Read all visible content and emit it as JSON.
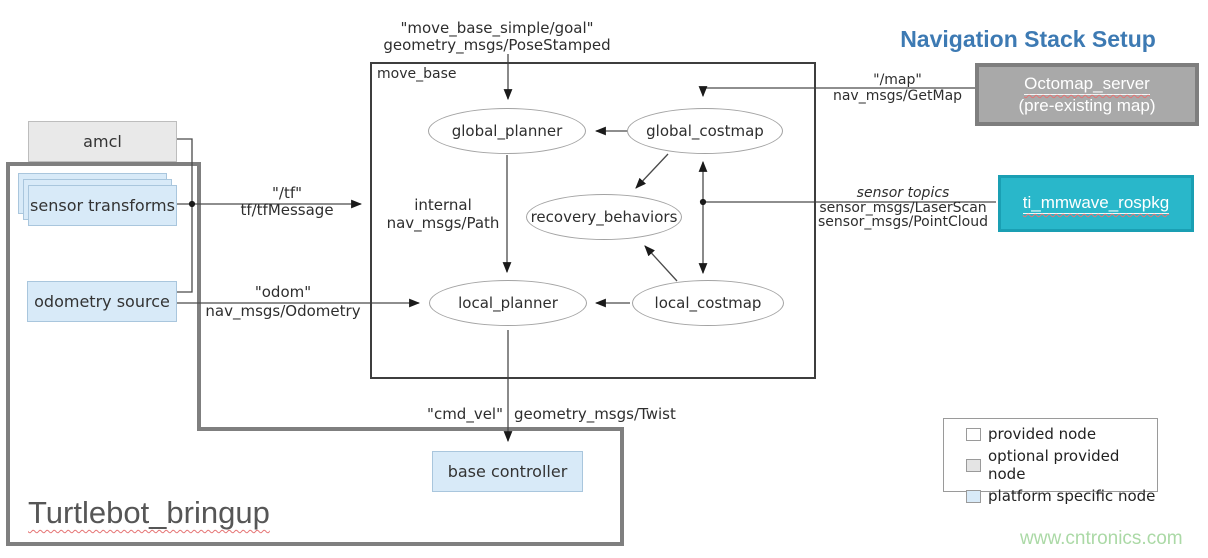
{
  "title": "Navigation Stack Setup",
  "watermark": "www.cntronics.com",
  "containers": {
    "move_base": "move_base",
    "turtlebot_bringup": "Turtlebot_bringup"
  },
  "nodes": {
    "amcl": "amcl",
    "sensor_transforms": "sensor transforms",
    "odometry_source": "odometry source",
    "base_controller": "base controller",
    "global_planner": "global_planner",
    "global_costmap": "global_costmap",
    "recovery_behaviors": "recovery_behaviors",
    "local_planner": "local_planner",
    "local_costmap": "local_costmap",
    "octomap_server": "Octomap_server",
    "octomap_server_sub": "(pre-existing  map)",
    "ti_mmwave_rospkg": "ti_mmwave_rospkg"
  },
  "topic_labels": {
    "goal_topic": "\"move_base_simple/goal\"",
    "goal_type": "geometry_msgs/PoseStamped",
    "tf_topic": "\"/tf\"",
    "tf_type": "tf/tfMessage",
    "odom_topic": "\"odom\"",
    "odom_type": "nav_msgs/Odometry",
    "internal_label": "internal",
    "internal_type": "nav_msgs/Path",
    "map_topic": "\"/map\"",
    "map_type": "nav_msgs/GetMap",
    "sensor_topics": "sensor topics",
    "sensor_type_1": "sensor_msgs/LaserScan",
    "sensor_type_2": "sensor_msgs/PointCloud",
    "cmdvel_topic": "\"cmd_vel\"",
    "cmdvel_type": "geometry_msgs/Twist"
  },
  "legend": {
    "items": [
      {
        "label": "provided node",
        "swatch_color": "#ffffff"
      },
      {
        "label": "optional provided node",
        "swatch_color": "#e4e4e4"
      },
      {
        "label": "platform specific node",
        "swatch_color": "#d8eaf8"
      }
    ]
  },
  "colors": {
    "title_blue": "#3d7ab3",
    "platform_blue": "#d8eaf8",
    "optional_gray": "#e9e9e9",
    "octomap_gray": "#a9a9a9",
    "teal_node": "#29b7ca",
    "thick_border_gray": "#7f7f7f",
    "wire_dark": "#4a4a4a",
    "squiggle_red": "#e57373",
    "watermark_green": "#abd9a6"
  }
}
